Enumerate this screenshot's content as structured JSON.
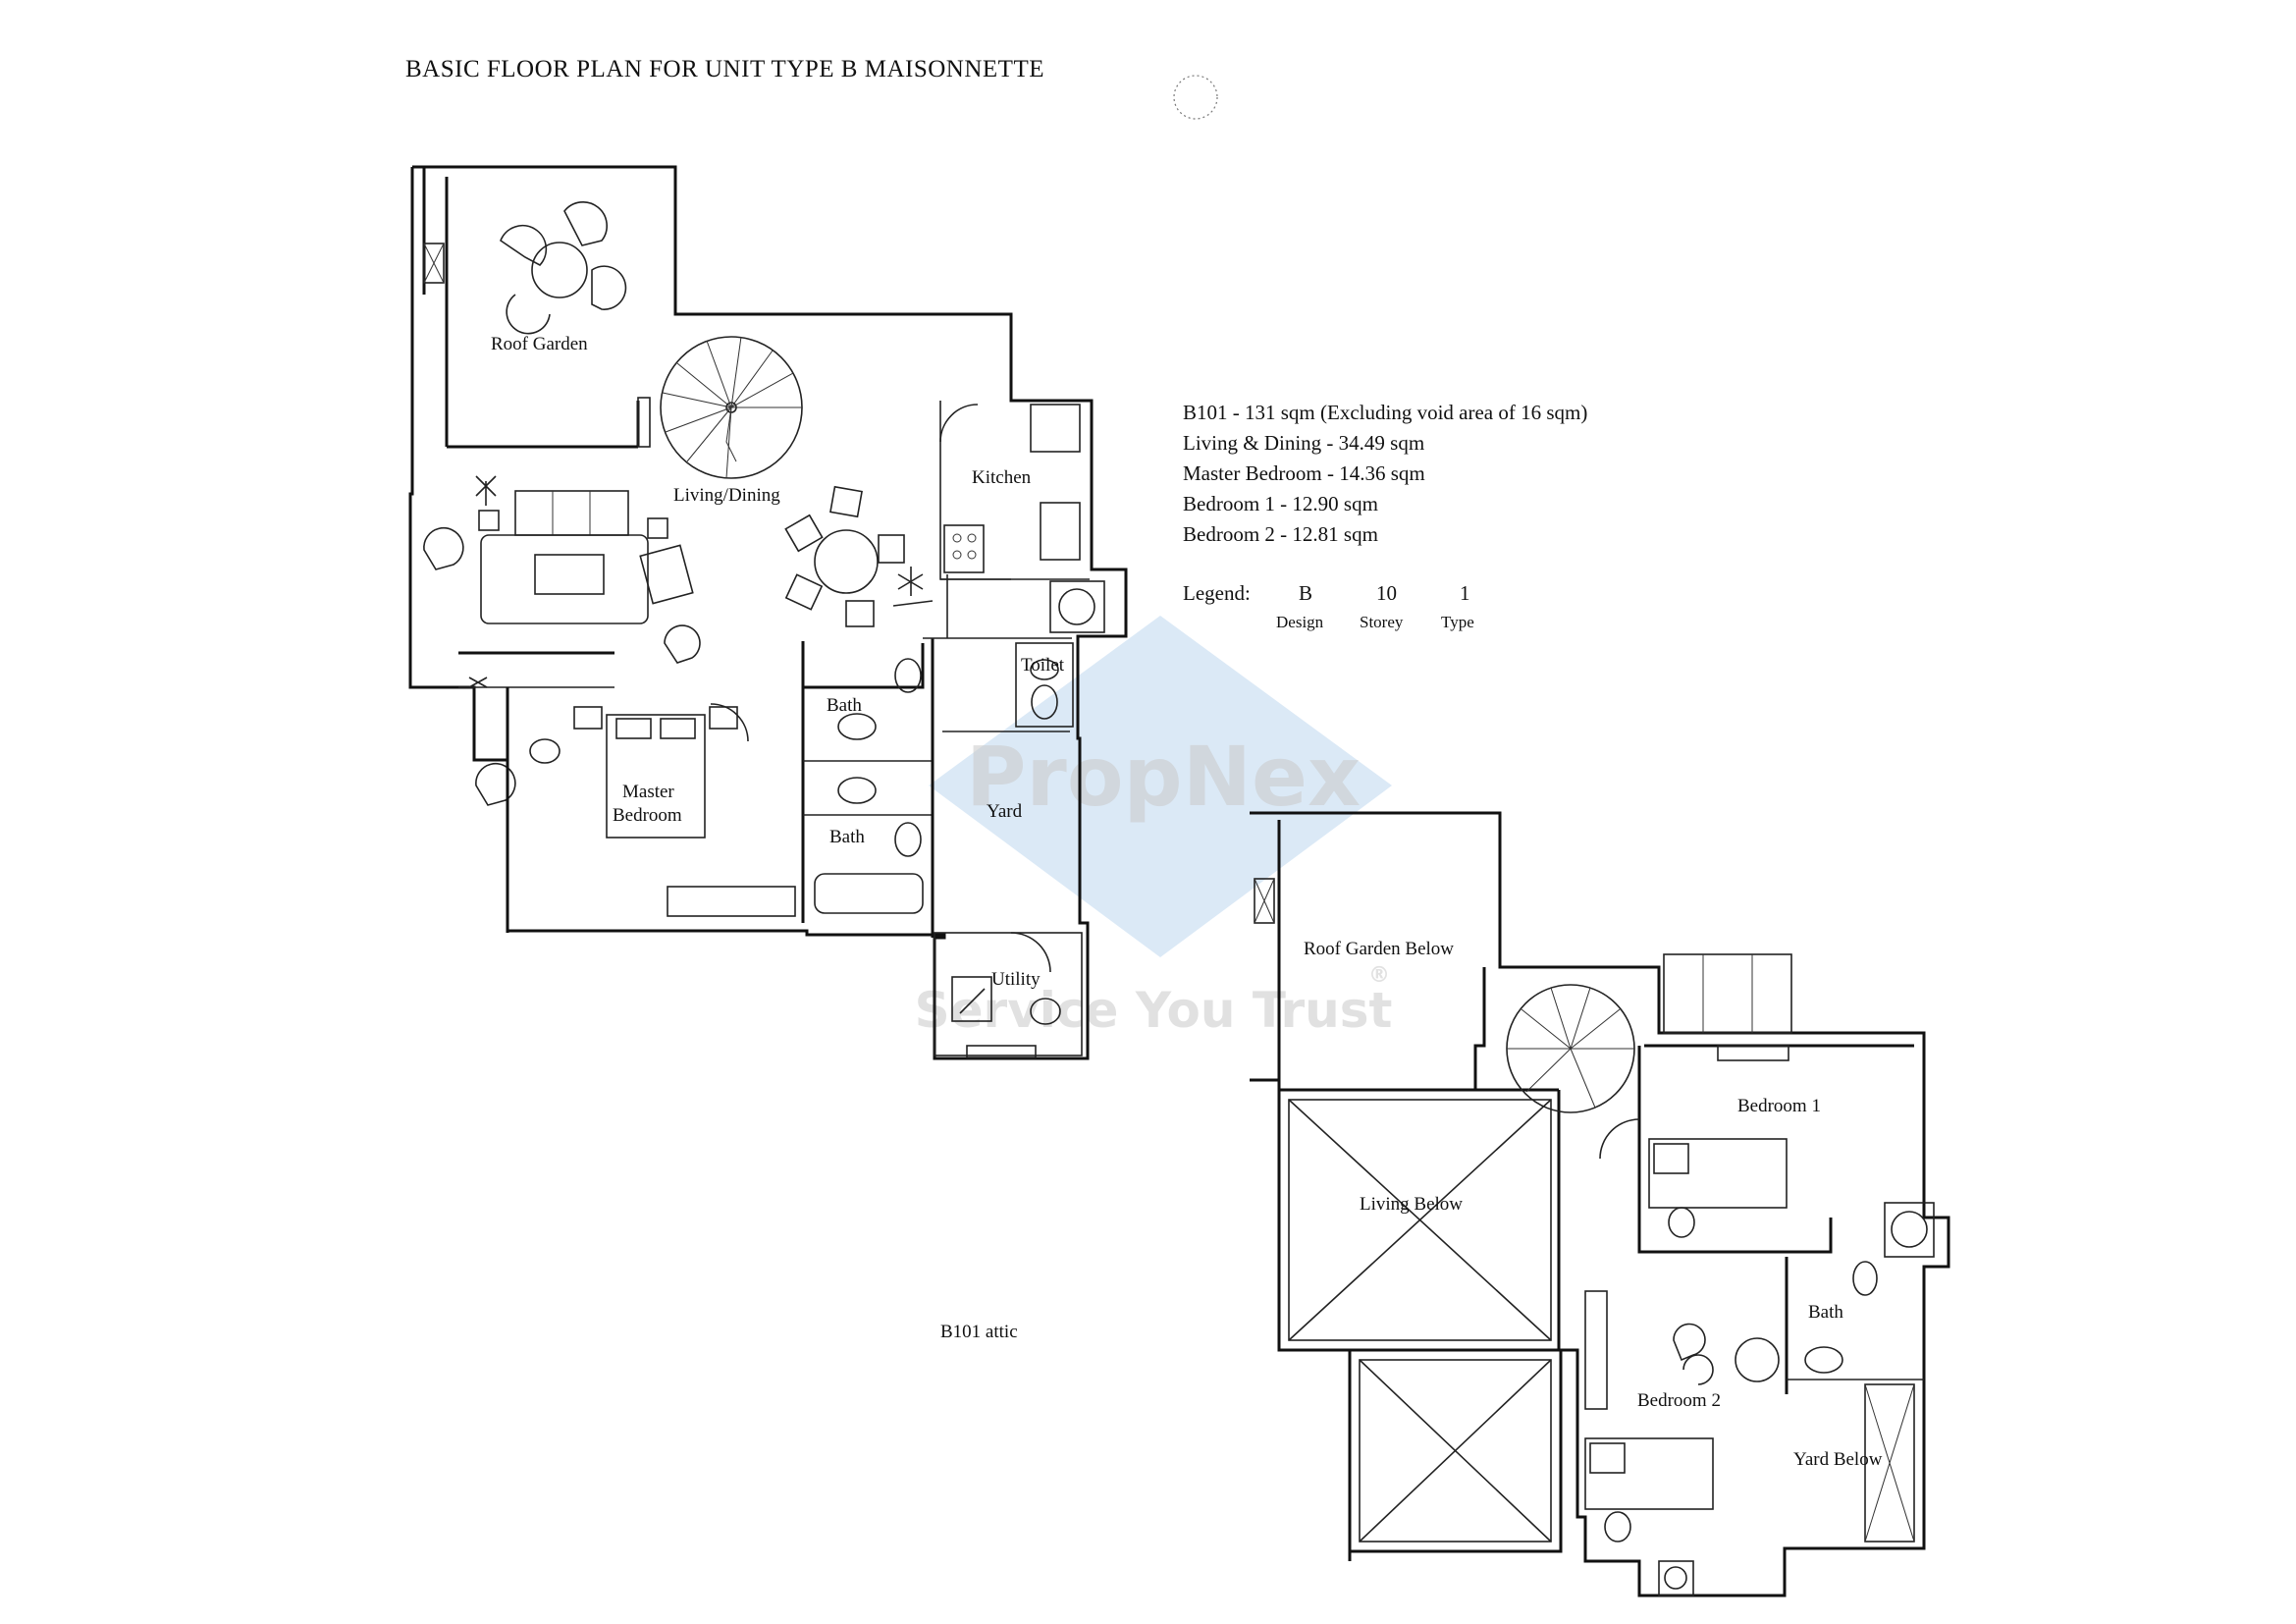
{
  "title": "BASIC FLOOR PLAN FOR UNIT TYPE B MAISONNETTE",
  "lower_floor": {
    "rooms": {
      "roof_garden": "Roof Garden",
      "living_dining": "Living/Dining",
      "kitchen": "Kitchen",
      "toilet": "Toilet",
      "bath_1": "Bath",
      "bath_2": "Bath",
      "master_bedroom_line1": "Master",
      "master_bedroom_line2": "Bedroom",
      "yard": "Yard",
      "utility": "Utility"
    }
  },
  "upper_floor": {
    "caption": "B101 attic",
    "rooms": {
      "roof_garden_below": "Roof Garden Below",
      "living_below": "Living Below",
      "bedroom_1": "Bedroom 1",
      "bath": "Bath",
      "bedroom_2": "Bedroom 2",
      "yard_below": "Yard Below"
    }
  },
  "areas": [
    "B101 - 131 sqm (Excluding void area of 16 sqm)",
    "Living & Dining - 34.49 sqm",
    "Master Bedroom - 14.36 sqm",
    "Bedroom 1 - 12.90 sqm",
    "Bedroom 2 - 12.81 sqm"
  ],
  "legend": {
    "label": "Legend:",
    "codes": [
      "B",
      "10",
      "1"
    ],
    "captions": [
      "Design",
      "Storey",
      "Type"
    ]
  },
  "watermark": {
    "brand": "PropNex",
    "registered": "®",
    "tagline": "Service You Trust",
    "color": "#5a9bd5"
  }
}
